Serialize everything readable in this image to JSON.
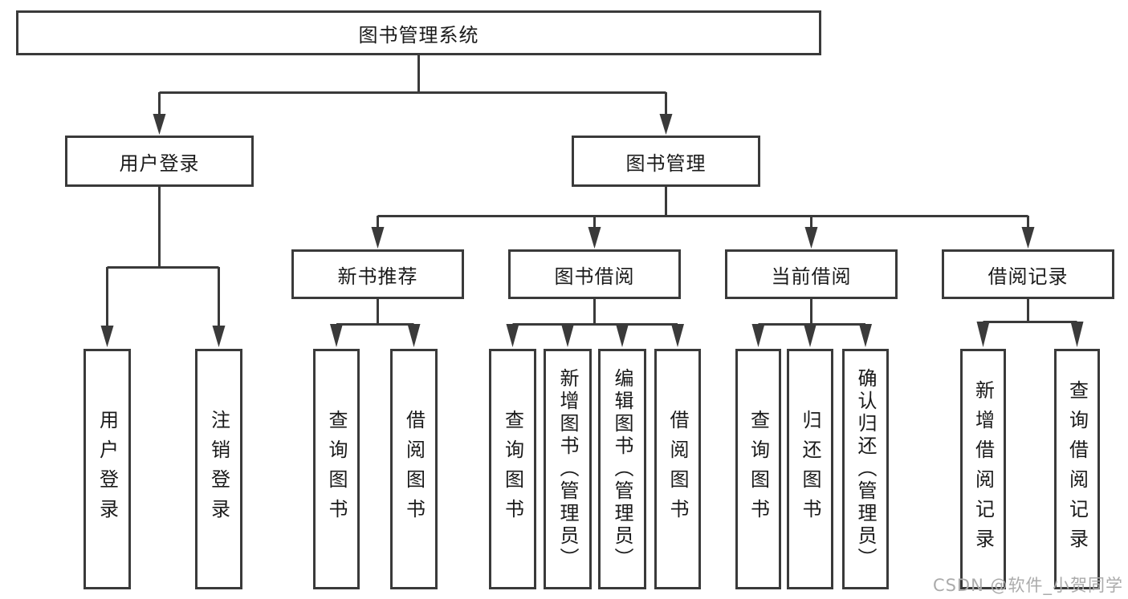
{
  "colors": {
    "line": "#3a3a3a",
    "text": "#1a1a1a",
    "watermark": "#ababab",
    "background": "#ffffff"
  },
  "tree": {
    "label": "图书管理系统",
    "children": [
      {
        "label": "用户登录",
        "children": [
          {
            "label": "用户登录"
          },
          {
            "label": "注销登录"
          }
        ]
      },
      {
        "label": "图书管理",
        "children": [
          {
            "label": "新书推荐",
            "children": [
              {
                "label": "查询图书"
              },
              {
                "label": "借阅图书"
              }
            ]
          },
          {
            "label": "图书借阅",
            "children": [
              {
                "label": "查询图书"
              },
              {
                "label": "新增图书（管理员）"
              },
              {
                "label": "编辑图书（管理员）"
              },
              {
                "label": "借阅图书"
              }
            ]
          },
          {
            "label": "当前借阅",
            "children": [
              {
                "label": "查询图书"
              },
              {
                "label": "归还图书"
              },
              {
                "label": "确认归还（管理员）"
              }
            ]
          },
          {
            "label": "借阅记录",
            "children": [
              {
                "label": "新增借阅记录"
              },
              {
                "label": "查询借阅记录"
              }
            ]
          }
        ]
      }
    ]
  },
  "watermark": {
    "text": "CSDN @软件_小贺同学"
  }
}
